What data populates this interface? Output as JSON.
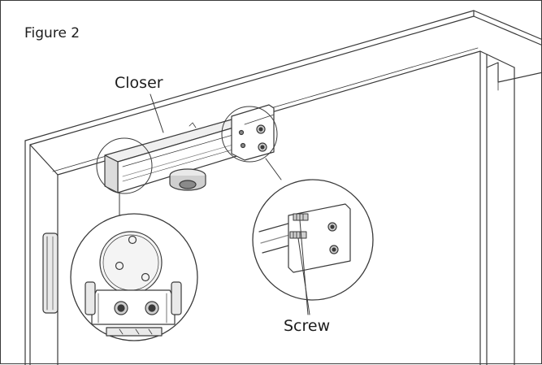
{
  "figure": {
    "title": "Figure 2",
    "labels": {
      "closer": "Closer",
      "screw": "Screw"
    }
  },
  "colors": {
    "line": "#3a3a3a",
    "shade": "#8a8a8a",
    "fill_light": "#e9e9e9",
    "fill_mid": "#cfcfcf",
    "background": "#ffffff"
  }
}
